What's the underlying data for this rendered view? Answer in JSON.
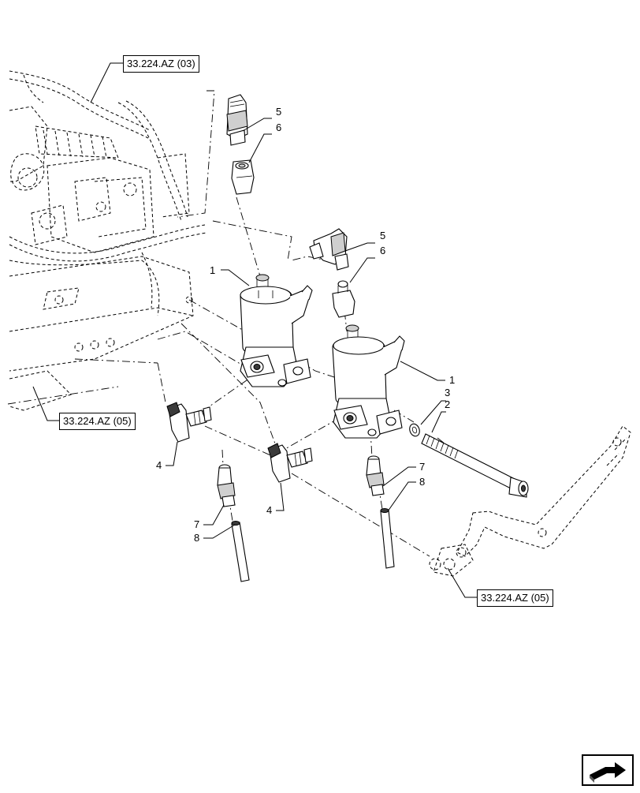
{
  "references": {
    "top_left": "33.224.AZ (03)",
    "mid_left": "33.224.AZ (05)",
    "bottom_right": "33.224.AZ (05)"
  },
  "callouts": {
    "valve_a": "1",
    "valve_b": "1",
    "screw": "2",
    "washer": "3",
    "elbow_a": "4",
    "elbow_b": "4",
    "connector_a": "5",
    "connector_b": "5",
    "nut_a": "6",
    "nut_b": "6",
    "fitting_a": "7",
    "fitting_b": "7",
    "hose_a": "8",
    "hose_b": "8"
  },
  "icons": {
    "navigation": "next-page-arrow-icon"
  }
}
